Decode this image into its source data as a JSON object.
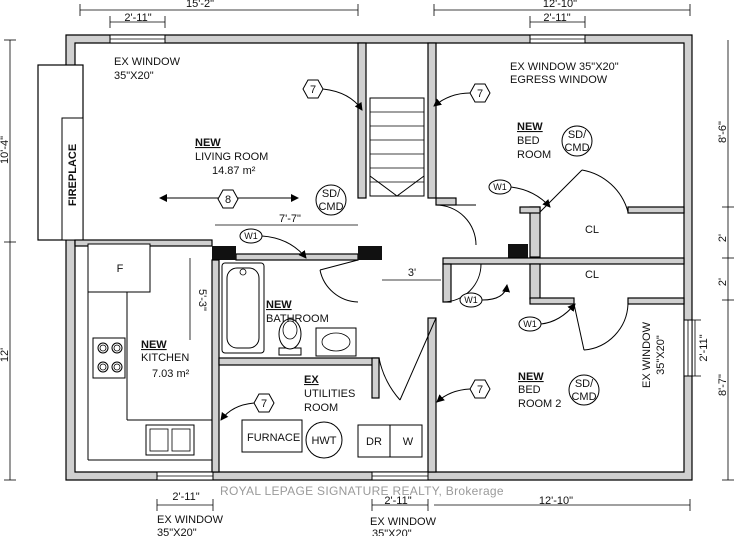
{
  "dimensions": {
    "top_left": "15'-2\"",
    "top_right": "12'-10\"",
    "top_win_left": "2'-11\"",
    "top_win_right": "2'-11\"",
    "left_upper": "10'-4\"",
    "left_lower": "12'",
    "right_upper": "8'-6\"",
    "right_mid1": "2'",
    "right_mid2": "2'",
    "right_lower": "8'-7\"",
    "right_window": "2'-11\"",
    "bottom_win_left": "2'-11\"",
    "bottom_win_mid": "2'-11\"",
    "bottom_right": "12'-10\"",
    "living_span": "7'-7\"",
    "hall_span": "3'",
    "kitchen_span": "5'-3\""
  },
  "rooms": {
    "living": {
      "tag": "NEW",
      "name": "LIVING ROOM",
      "area": "14.87 m²"
    },
    "bed1": {
      "tag": "NEW",
      "line1": "BED",
      "line2": "ROOM"
    },
    "bathroom": {
      "tag": "NEW",
      "name": "BATHROOM"
    },
    "kitchen": {
      "tag": "NEW",
      "name": "KITCHEN",
      "area": "7.03 m²"
    },
    "utilities": {
      "tag": "EX",
      "line1": "UTILITIES",
      "line2": "ROOM"
    },
    "bed2": {
      "tag": "NEW",
      "line1": "BED",
      "line2": "ROOM 2"
    }
  },
  "windows": {
    "living_title": "EX WINDOW",
    "living_size": "35\"X20\"",
    "bed1_title": "EX WINDOW 35\"X20\"",
    "bed1_sub": "EGRESS WINDOW",
    "right_title": "EX WINDOW",
    "right_size": "35\"X20\"",
    "bottom_left_title": "EX WINDOW",
    "bottom_left_size": "35\"X20\"",
    "bottom_mid_title": "EX WINDOW",
    "bottom_mid_size": "35\"X20\""
  },
  "labels": {
    "fireplace": "FIREPLACE",
    "closet": "CL",
    "fridge": "F",
    "furnace": "FURNACE",
    "hwt": "HWT",
    "dryer": "DR",
    "washer": "W",
    "smoke_line1": "SD/",
    "smoke_line2": "CMD"
  },
  "tags": {
    "note7": "7",
    "note8": "8",
    "w1": "W1"
  },
  "watermark": "ROYAL LEPAGE SIGNATURE REALTY, Brokerage"
}
